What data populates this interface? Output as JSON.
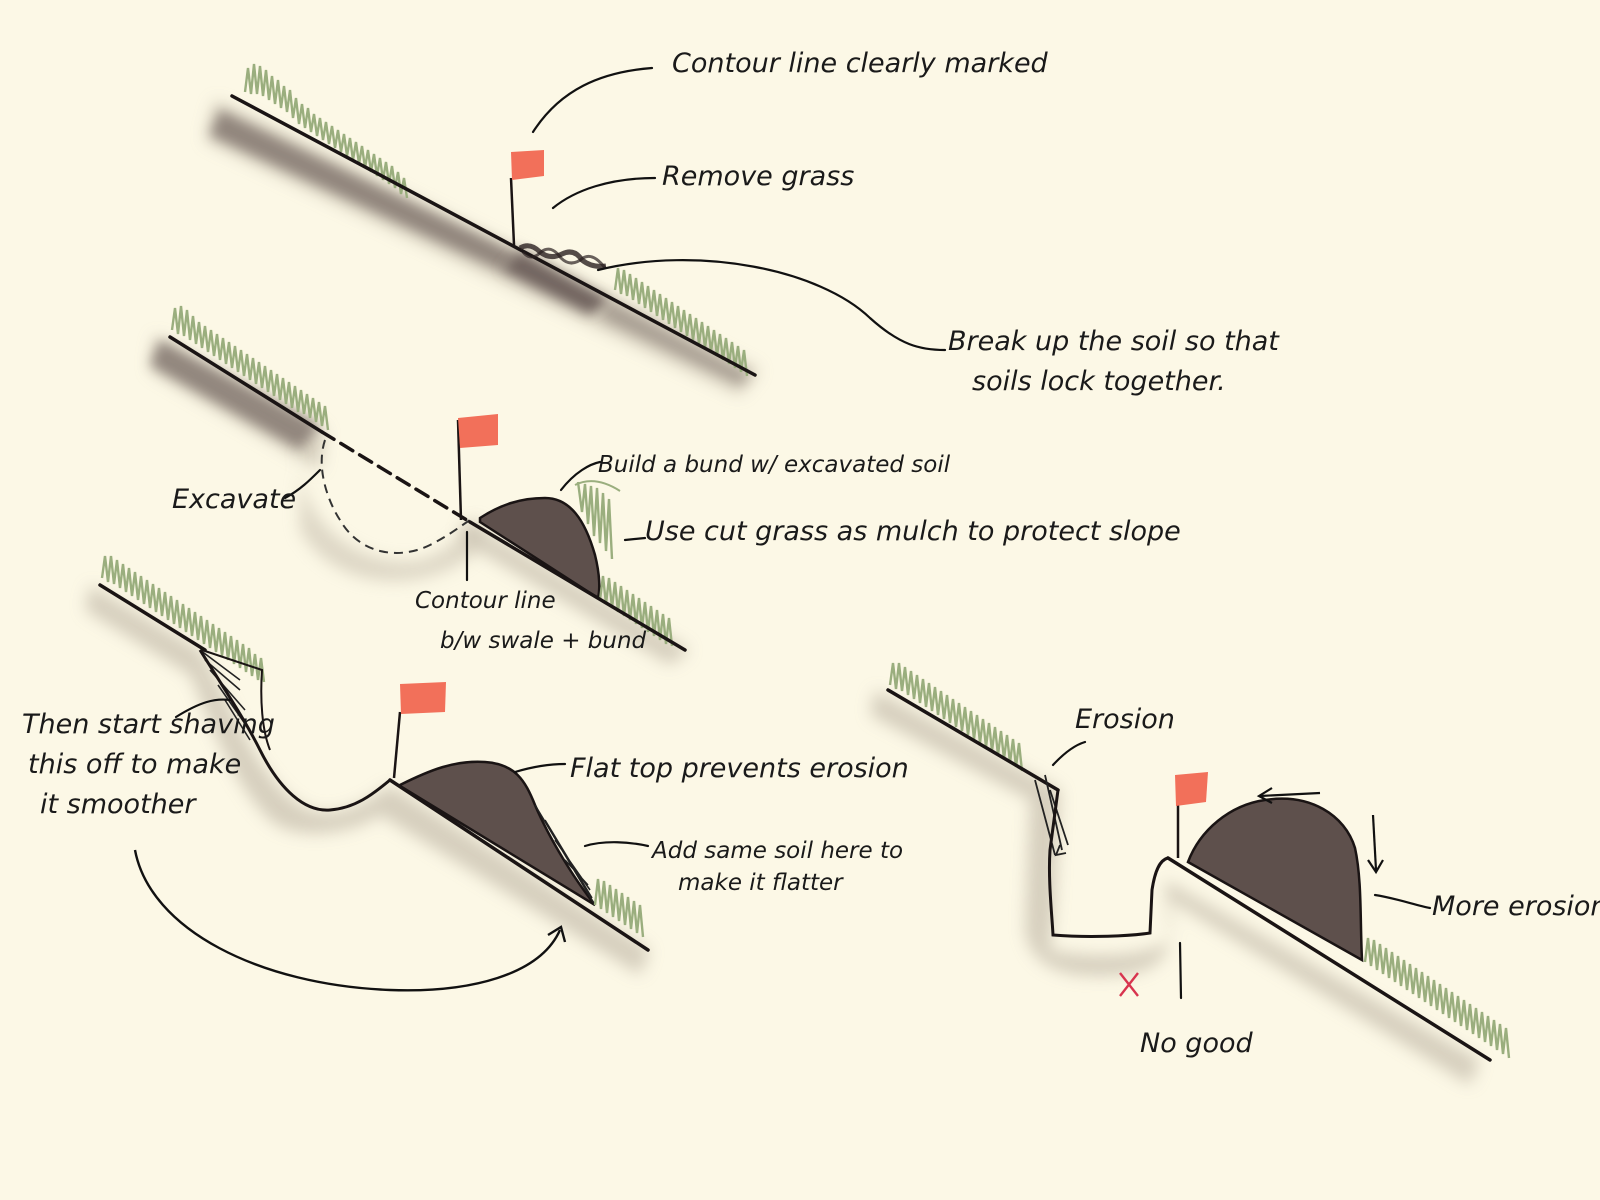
{
  "colors": {
    "background": "#fcf8e6",
    "soil": "#5e504c",
    "grass": "#9aae7e",
    "flag": "#f2705a",
    "x_mark": "#d8344f"
  },
  "icons": [
    "flag-icon",
    "x-mark-icon",
    "arrow-icon"
  ],
  "step1": {
    "contour_label": "Contour line clearly marked",
    "remove_grass_label": "Remove grass",
    "break_soil_line1": "Break up the soil so that",
    "break_soil_line2": "soils lock together."
  },
  "step2": {
    "excavate_label": "Excavate",
    "build_bund_label": "Build a bund w/ excavated soil",
    "mulch_label": "Use cut grass as mulch to protect slope",
    "contour_line1": "Contour line",
    "contour_line2": "b/w swale + bund"
  },
  "step3": {
    "shaving_line1": "Then start shaving",
    "shaving_line2": "this off to make",
    "shaving_line3": "it smoother",
    "flat_top_label": "Flat top prevents erosion",
    "add_soil_line1": "Add same soil here to",
    "add_soil_line2": "make it flatter"
  },
  "step4": {
    "erosion_label": "Erosion",
    "more_erosion_label": "More erosion",
    "no_good_label": "No good"
  }
}
